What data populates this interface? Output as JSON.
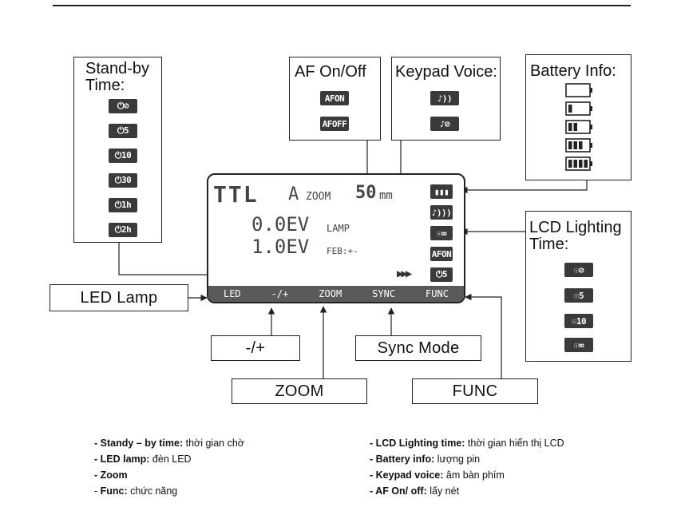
{
  "standby": {
    "title": "Stand-by\nTime:",
    "icons": [
      "⏻⊘",
      "⏻5",
      "⏻10",
      "⏻30",
      "⏻1h",
      "⏻2h"
    ]
  },
  "af": {
    "title": "AF On/Off",
    "icons": [
      "AFON",
      "AFOFF"
    ]
  },
  "keypad": {
    "title": "Keypad Voice:",
    "icons": [
      "♪))",
      "♪⊘"
    ]
  },
  "battery": {
    "title": "Battery Info:",
    "levels": [
      0,
      1,
      2,
      3,
      4
    ]
  },
  "lcd_lighting": {
    "title": "LCD Lighting\nTime:",
    "icons": [
      "☉⊘",
      "☉5",
      "☉10",
      "☉∞"
    ]
  },
  "lcd": {
    "mode": "TTL",
    "zoom_a": "A",
    "zoom_word": "ZOOM",
    "focal": "50",
    "focal_unit": "mm",
    "ev1": "0.0EV",
    "ev1_label": "LAMP",
    "ev2": "1.0EV",
    "ev2_label": "FEB:+-",
    "right_icons": [
      "▮▮▮",
      "♪)))",
      "☉∞",
      "AFON",
      "⏻5"
    ],
    "arrows": "▶▶▶",
    "bar": [
      "LED",
      "-/+",
      "ZOOM",
      "SYNC",
      "FUNC"
    ]
  },
  "labels": {
    "led_lamp": "LED Lamp",
    "plusminus": "-/+",
    "sync_mode": "Sync Mode",
    "zoom": "ZOOM",
    "func": "FUNC"
  },
  "notes_left": [
    {
      "term": "- Standy – by time:",
      "desc": " thời gian chờ"
    },
    {
      "term": "- LED lamp:",
      "desc": " đèn LED"
    },
    {
      "term": "- Zoom",
      "desc": ""
    },
    {
      "term": "- ",
      "term2": "Func:",
      "desc": " chức năng"
    }
  ],
  "notes_right": [
    {
      "term": "- LCD Lighting time:",
      "desc": " thời gian hiển thị LCD"
    },
    {
      "term": "- Battery info:",
      "desc": " lượng pin"
    },
    {
      "term": "- Keypad voice:",
      "desc": " âm bàn phím"
    },
    {
      "term": "- AF On/ off:",
      "desc": " lấy nét"
    }
  ]
}
